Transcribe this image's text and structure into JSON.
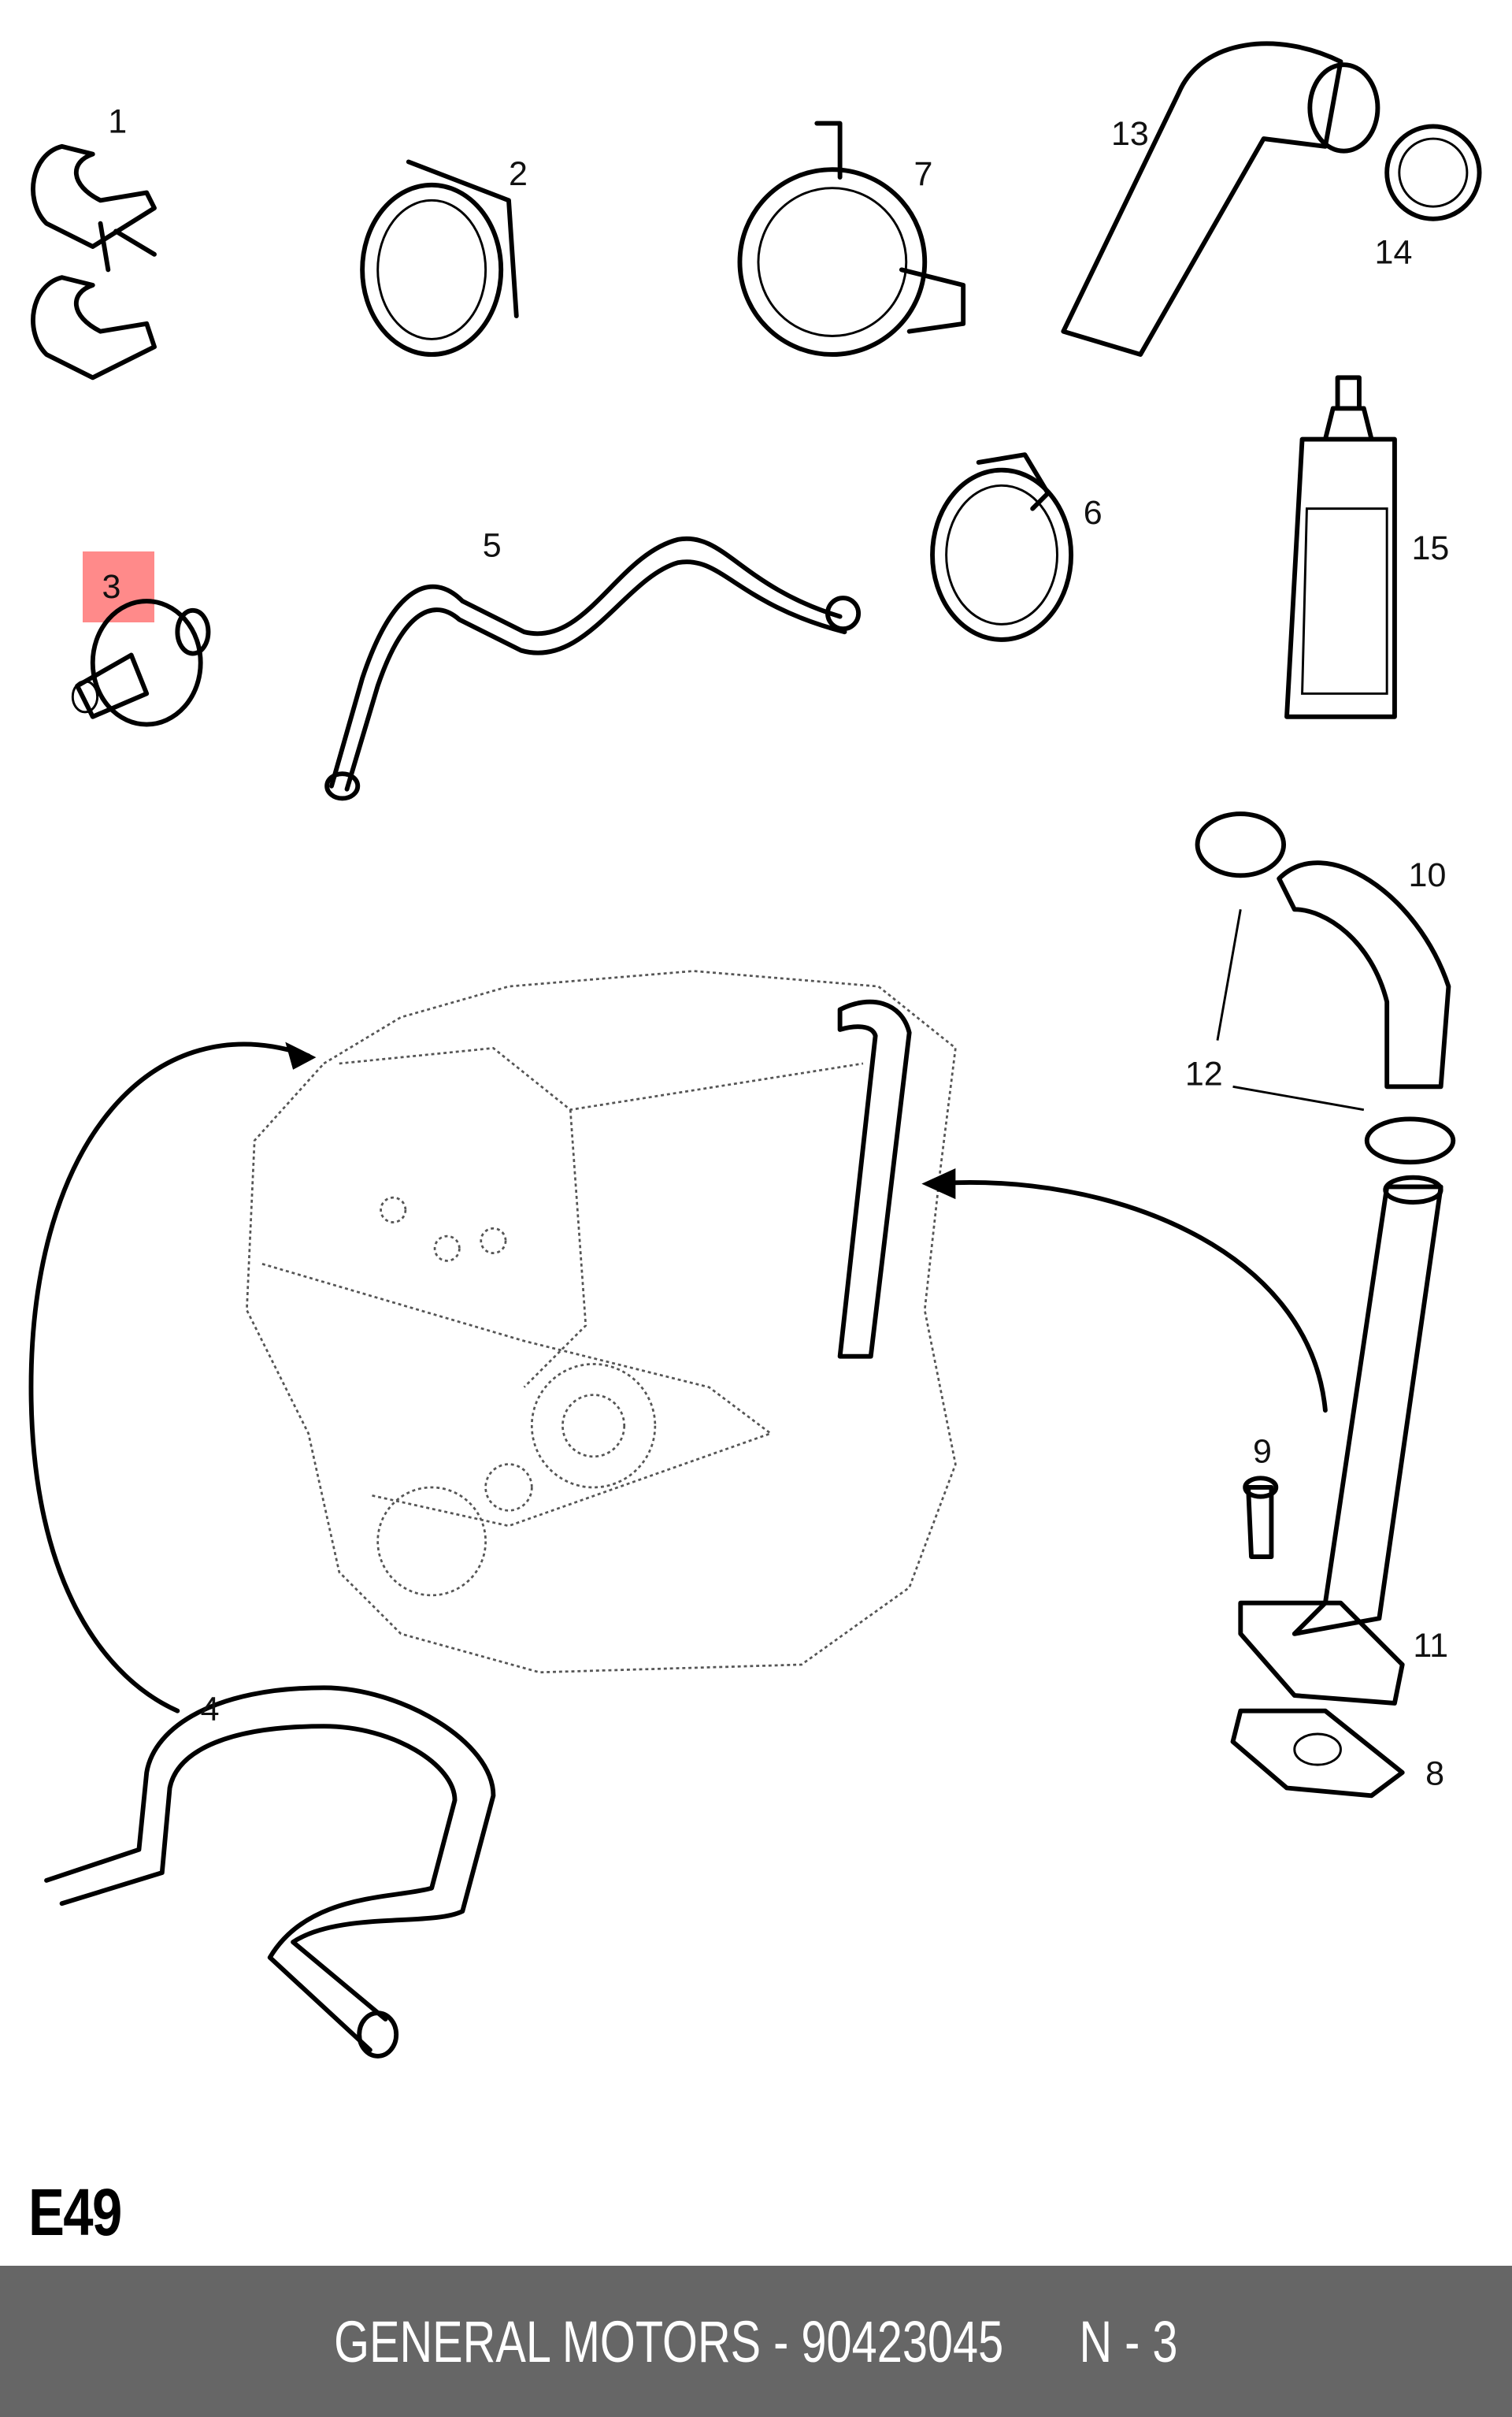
{
  "diagram": {
    "callouts": [
      "1",
      "2",
      "3",
      "4",
      "5",
      "6",
      "7",
      "8",
      "9",
      "10",
      "11",
      "12",
      "13",
      "14",
      "15"
    ],
    "highlighted_callout": "3",
    "highlight_color": "#ff3c3c"
  },
  "page_code": "E49",
  "footer": {
    "brand": "GENERAL MOTORS",
    "separator": " - ",
    "part_number": "90423045",
    "position": "N - 3",
    "background": "#666666"
  }
}
